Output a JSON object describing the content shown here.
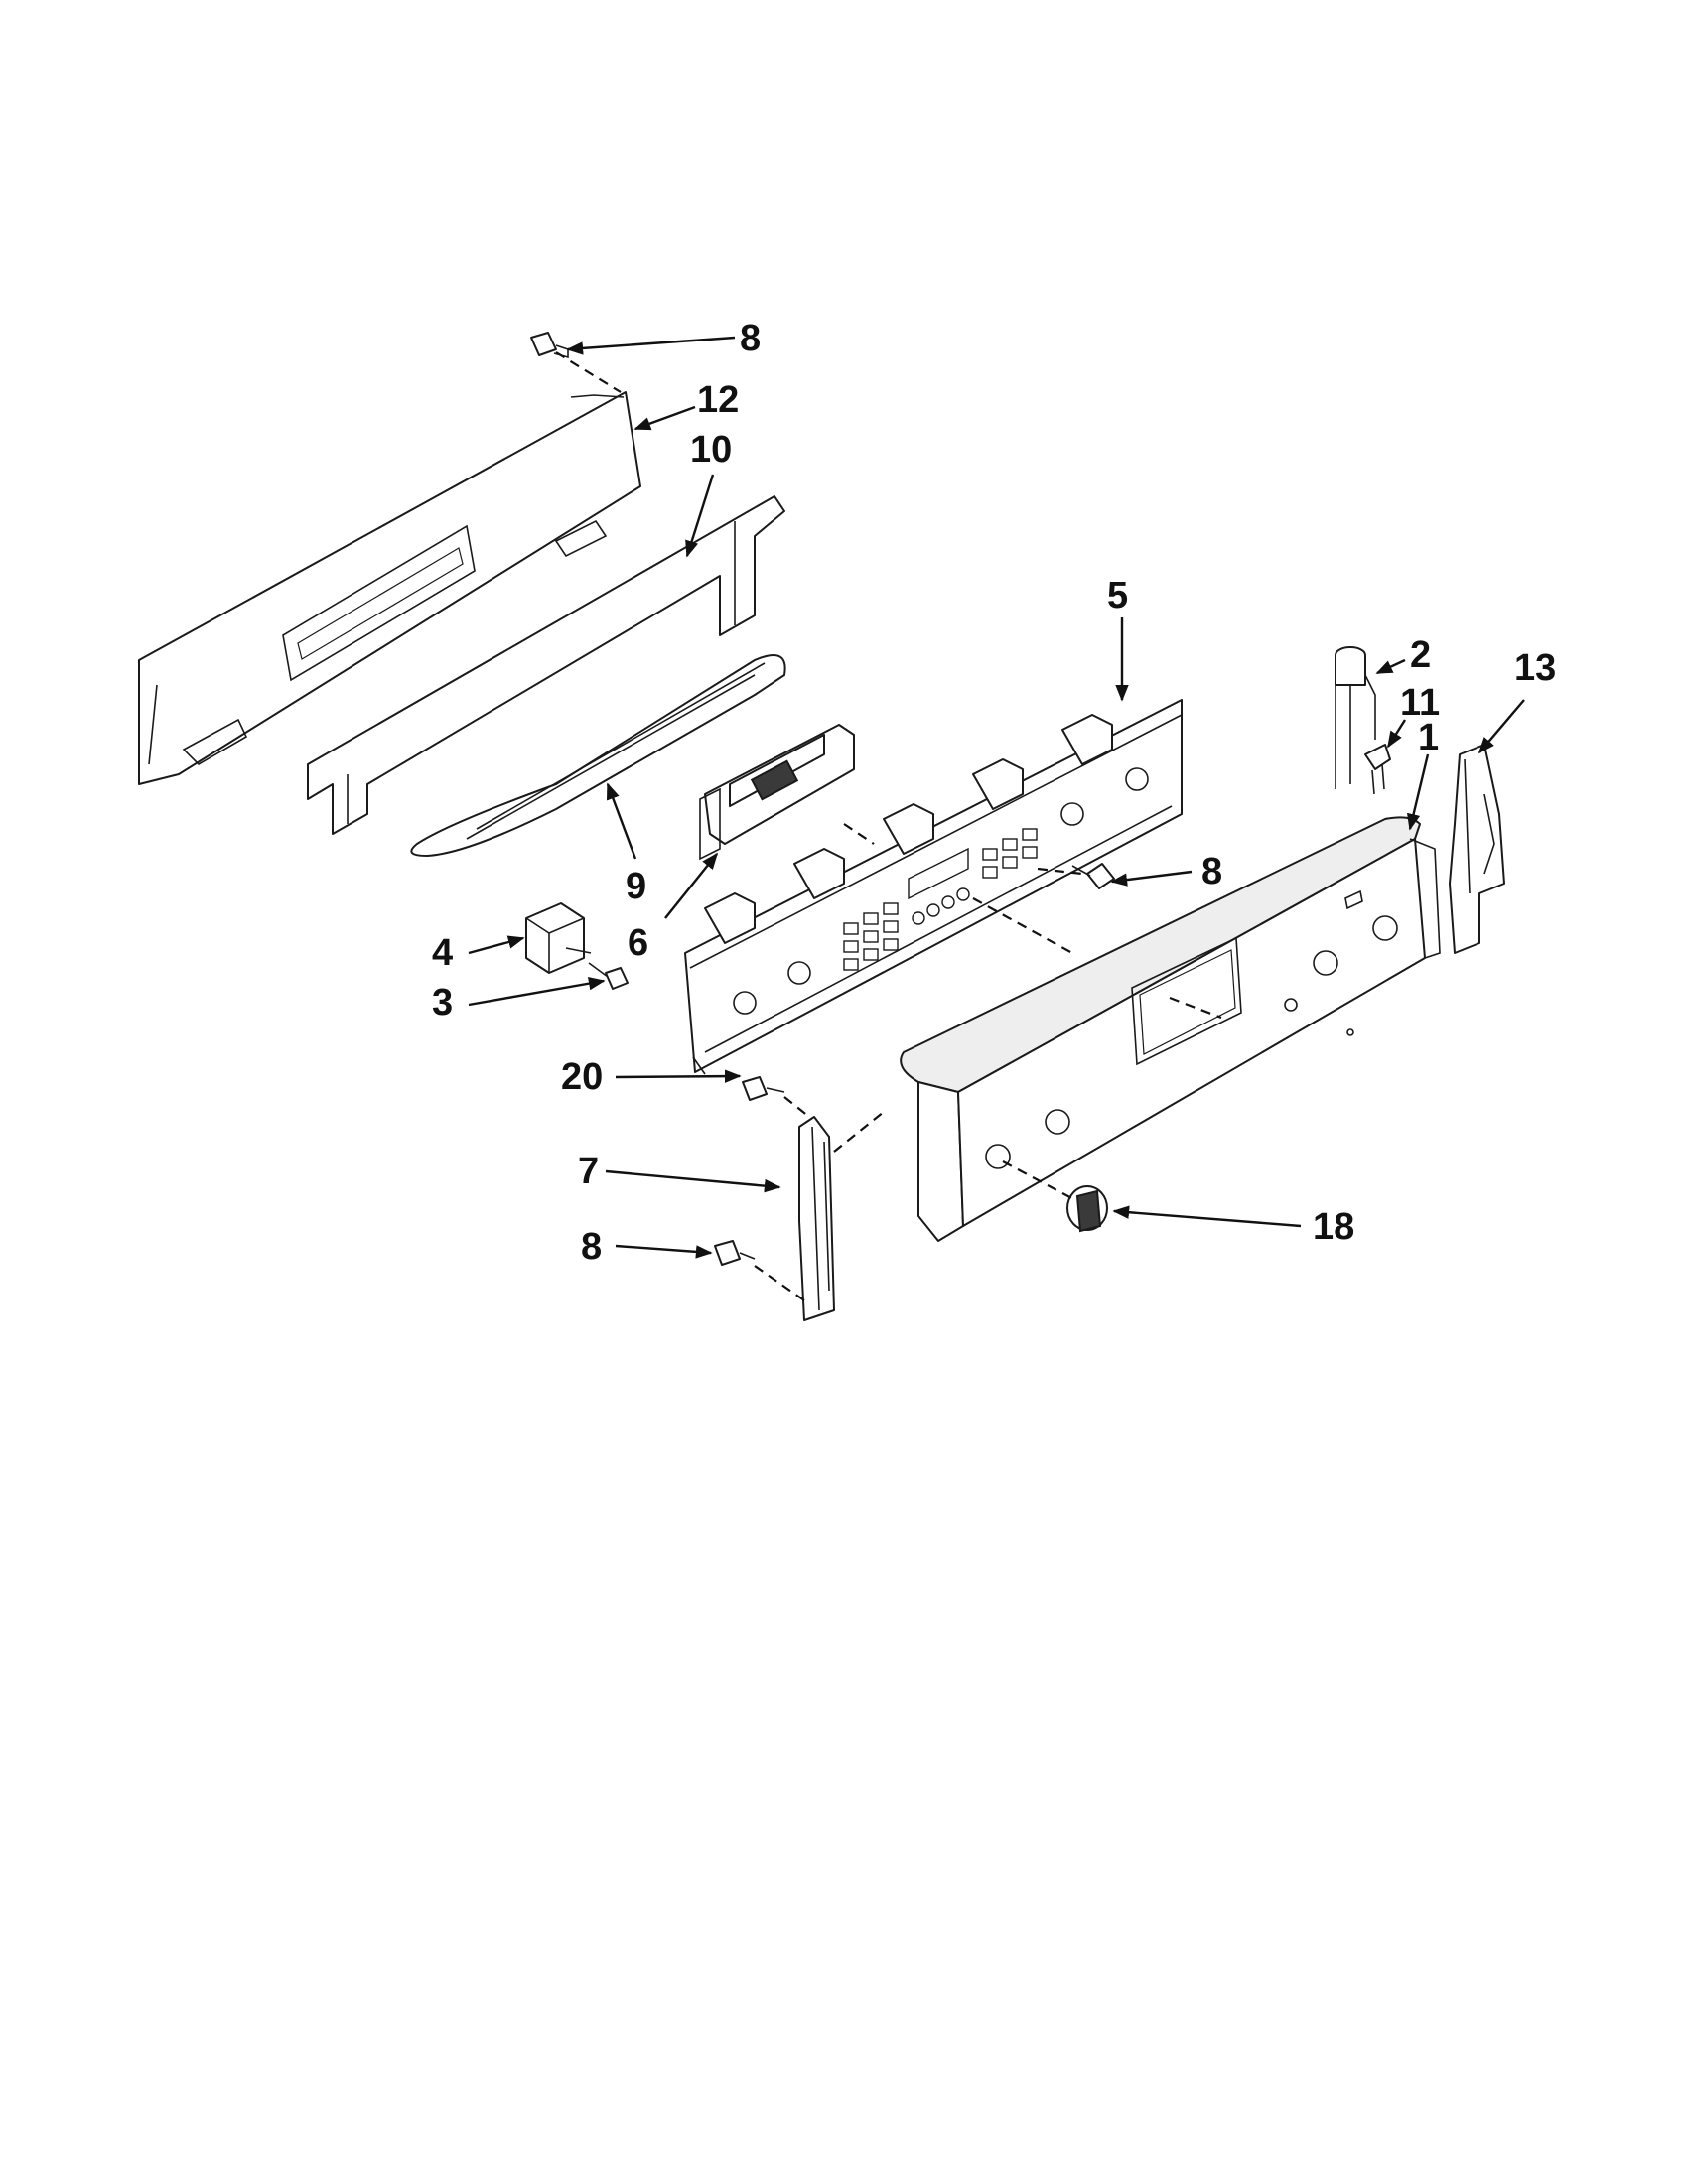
{
  "diagram": {
    "callouts": [
      {
        "id": "c8a",
        "text": "8"
      },
      {
        "id": "c12",
        "text": "12"
      },
      {
        "id": "c10",
        "text": "10"
      },
      {
        "id": "c5",
        "text": "5"
      },
      {
        "id": "c2",
        "text": "2"
      },
      {
        "id": "c11",
        "text": "11"
      },
      {
        "id": "c1",
        "text": "1"
      },
      {
        "id": "c13",
        "text": "13"
      },
      {
        "id": "c9",
        "text": "9"
      },
      {
        "id": "c6",
        "text": "6"
      },
      {
        "id": "c8b",
        "text": "8"
      },
      {
        "id": "c4",
        "text": "4"
      },
      {
        "id": "c3",
        "text": "3"
      },
      {
        "id": "c20",
        "text": "20"
      },
      {
        "id": "c7",
        "text": "7"
      },
      {
        "id": "c18",
        "text": "18"
      },
      {
        "id": "c8c",
        "text": "8"
      }
    ]
  }
}
